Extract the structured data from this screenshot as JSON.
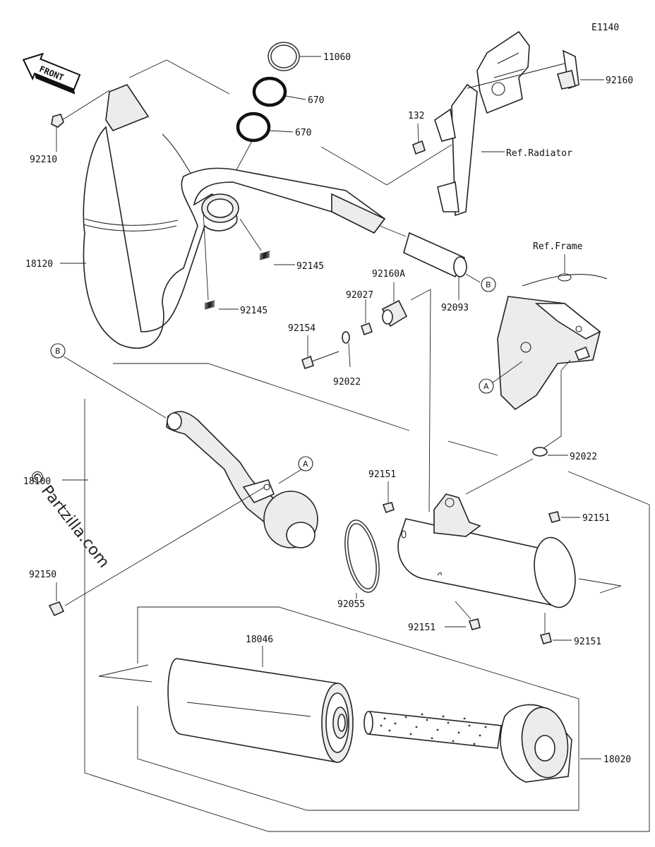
{
  "diagram": {
    "code": "E1140",
    "front_label": "FRONT",
    "watermark": "© Partzilla.com",
    "refs": {
      "radiator": "Ref.Radiator",
      "frame": "Ref.Frame"
    },
    "callouts": {
      "A": "A",
      "B": "B"
    },
    "parts": [
      {
        "id": "p11060",
        "label": "11060"
      },
      {
        "id": "p670a",
        "label": "670"
      },
      {
        "id": "p670b",
        "label": "670"
      },
      {
        "id": "p92160",
        "label": "92160"
      },
      {
        "id": "p132",
        "label": "132"
      },
      {
        "id": "p92210",
        "label": "92210"
      },
      {
        "id": "p18120",
        "label": "18120"
      },
      {
        "id": "p92145a",
        "label": "92145"
      },
      {
        "id": "p92145b",
        "label": "92145"
      },
      {
        "id": "p92160A",
        "label": "92160A"
      },
      {
        "id": "p92027",
        "label": "92027"
      },
      {
        "id": "p92093",
        "label": "92093"
      },
      {
        "id": "p92154",
        "label": "92154"
      },
      {
        "id": "p92022a",
        "label": "92022"
      },
      {
        "id": "p92022b",
        "label": "92022"
      },
      {
        "id": "p18100",
        "label": "18100"
      },
      {
        "id": "p92150",
        "label": "92150"
      },
      {
        "id": "p92151a",
        "label": "92151"
      },
      {
        "id": "p92151b",
        "label": "92151"
      },
      {
        "id": "p92151c",
        "label": "92151"
      },
      {
        "id": "p92151d",
        "label": "92151"
      },
      {
        "id": "p92055",
        "label": "92055"
      },
      {
        "id": "p18046",
        "label": "18046"
      },
      {
        "id": "p18020",
        "label": "18020"
      }
    ]
  }
}
